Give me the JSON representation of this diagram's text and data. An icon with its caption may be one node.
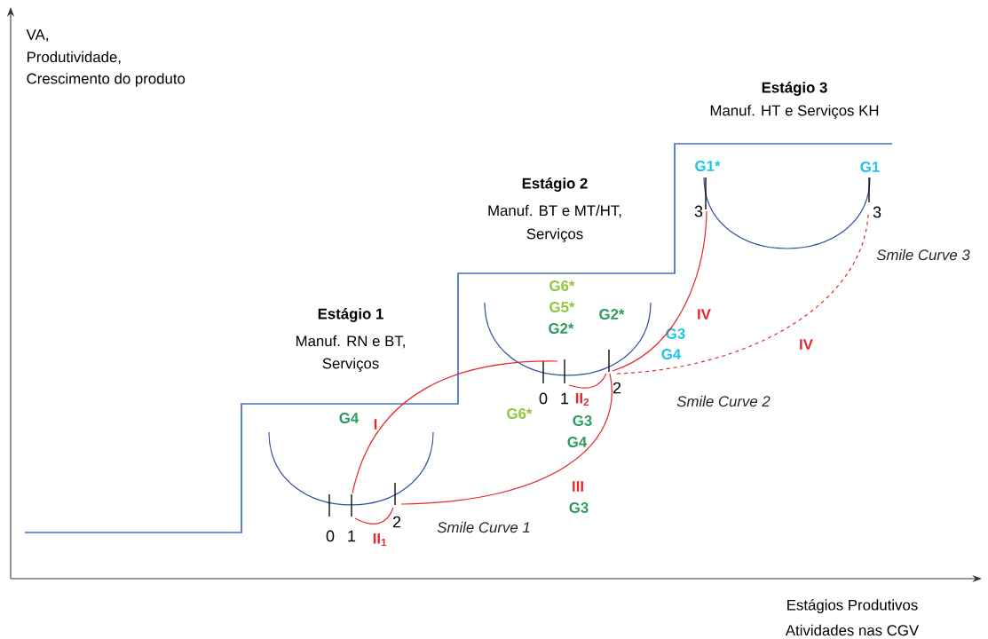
{
  "diagram": {
    "nodes": [
      {
        "text": [
          "0"
        ]
      },
      {
        "text": [
          "1"
        ]
      },
      {
        "text": [
          "2"
        ]
      },
      {
        "text": [
          "0"
        ]
      },
      {
        "text": [
          "1"
        ]
      },
      {
        "text": [
          "2"
        ]
      },
      {
        "text": [
          "3"
        ],
        "beside": [
          "G1*"
        ]
      },
      {
        "text": [
          "3"
        ],
        "beside": [
          "G1"
        ]
      }
    ],
    "edges": [
      {
        "from": 1,
        "to": 4,
        "arrow": "none",
        "label": "I"
      },
      {
        "from": 1,
        "to": 2,
        "arrow": "none",
        "label": "II$_{1}$"
      },
      {
        "from": 2,
        "to": 5,
        "arrow": "none",
        "label": "III"
      },
      {
        "from": 4,
        "to": 5,
        "arrow": "none",
        "label": "II$_{2}$"
      },
      {
        "from": 5,
        "to": 6,
        "arrow": "none",
        "label": "IV"
      },
      {
        "from": 5,
        "to": 7,
        "arrow": "none",
        "label": "IV",
        "style": "dashed"
      }
    ],
    "labels": [
      "VA,",
      "Produtividade,",
      "Crescimento do produto",
      "Estágio 3",
      "Manuf. HT e Serviços KH",
      "Estágio 2",
      "Manuf. BT e MT/HT,",
      "Serviços",
      "Smile Curve 3",
      "Estágio 1",
      "Manuf. RN e BT,",
      "Serviços",
      "G6*",
      "G5*",
      "G2*",
      "G2*",
      "G3",
      "G4",
      "Smile Curve 2",
      "G4",
      "G6*",
      "G3",
      "G4",
      "G3",
      "Smile Curve 1",
      "Estágios Produtivos",
      "Atividades nas CGV"
    ]
  }
}
